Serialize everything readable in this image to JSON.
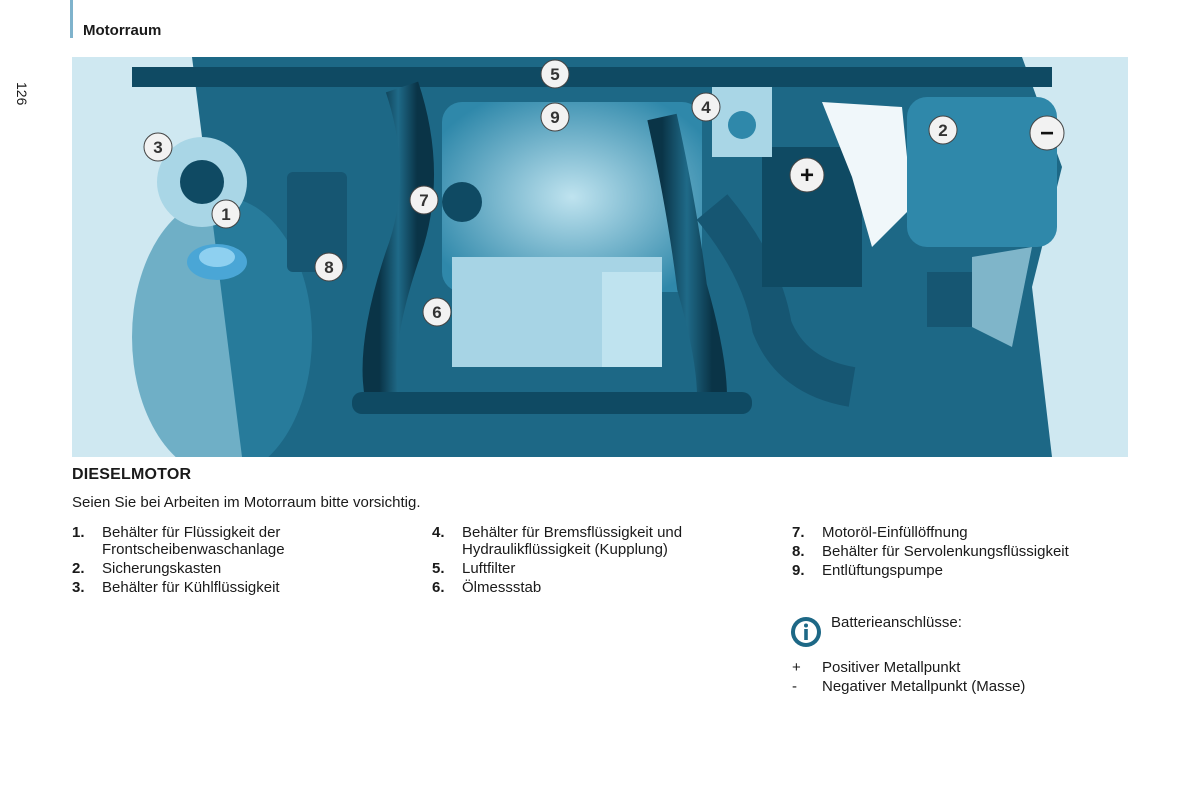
{
  "header": {
    "section": "Motorraum",
    "page_number": "126"
  },
  "figure": {
    "callouts": [
      "1",
      "2",
      "3",
      "4",
      "5",
      "6",
      "7",
      "8",
      "9"
    ],
    "battery_plus": "+",
    "battery_minus": "−",
    "colors": {
      "bg_dark": "#0f4a63",
      "bg_mid": "#2f88aa",
      "bg_light": "#bfe3ef",
      "callout": "#f2f2f2"
    }
  },
  "section": {
    "heading": "DIESELMOTOR",
    "intro": "Seien Sie bei Arbeiten im Motorraum bitte vorsichtig.",
    "items": [
      {
        "num": "1.",
        "line1": "Behälter für Flüssigkeit der",
        "line2": "Frontscheibenwaschanlage"
      },
      {
        "num": "2.",
        "line1": "Sicherungskasten",
        "line2": ""
      },
      {
        "num": "3.",
        "line1": "Behälter für Kühlflüssigkeit",
        "line2": ""
      },
      {
        "num": "4.",
        "line1": "Behälter für Bremsflüssigkeit und",
        "line2": "Hydraulikflüssigkeit (Kupplung)"
      },
      {
        "num": "5.",
        "line1": "Luftfilter",
        "line2": ""
      },
      {
        "num": "6.",
        "line1": "Ölmessstab",
        "line2": ""
      },
      {
        "num": "7.",
        "line1": "Motoröl-Einfüllöffnung",
        "line2": ""
      },
      {
        "num": "8.",
        "line1": "Behälter für Servolenkungsflüssigkeit",
        "line2": ""
      },
      {
        "num": "9.",
        "line1": "Entlüftungspumpe",
        "line2": ""
      }
    ]
  },
  "info": {
    "icon": "info-icon",
    "label": "Batterieanschlüsse:",
    "points": [
      {
        "sym": "+",
        "text": "Positiver Metallpunkt"
      },
      {
        "sym": "-",
        "text": "Negativer Metallpunkt (Masse)"
      }
    ]
  }
}
